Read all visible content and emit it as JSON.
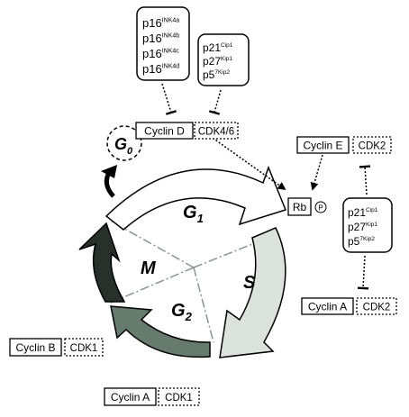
{
  "phases": {
    "g0": "G",
    "g0_sub": "0",
    "g1": "G",
    "g1_sub": "1",
    "s": "S",
    "g2": "G",
    "g2_sub": "2",
    "m": "M"
  },
  "inhibitors_d": [
    {
      "base": "p16",
      "sup": "INK4a"
    },
    {
      "base": "p16",
      "sup": "INK4b"
    },
    {
      "base": "p16",
      "sup": "INK4c"
    },
    {
      "base": "p16",
      "sup": "INK4d"
    }
  ],
  "inhibitors_cip_top": [
    {
      "base": "p21",
      "sup": "Cip1"
    },
    {
      "base": "p27",
      "sup": "Kip1"
    },
    {
      "base": "p5",
      "sup": "7Kip2"
    }
  ],
  "inhibitors_cip_right": [
    {
      "base": "p21",
      "sup": "Cip1"
    },
    {
      "base": "p27",
      "sup": "Kip1"
    },
    {
      "base": "p5",
      "sup": "7Kip2"
    }
  ],
  "complexes": {
    "cyclin_d": "Cyclin D",
    "cdk46": "CDK4/6",
    "cyclin_e": "Cyclin E",
    "cdk2_e": "CDK2",
    "cyclin_a_right": "Cyclin A",
    "cdk2_a": "CDK2",
    "cyclin_b": "Cyclin B",
    "cdk1_b": "CDK1",
    "cyclin_a_bottom": "Cyclin A",
    "cdk1_a": "CDK1"
  },
  "rb": {
    "label": "Rb",
    "phospho": "P"
  },
  "colors": {
    "g1": "#ffffff",
    "s": "#dce3dc",
    "g2": "#667b6e",
    "m": "#27302b",
    "divider": "#8a9490"
  }
}
